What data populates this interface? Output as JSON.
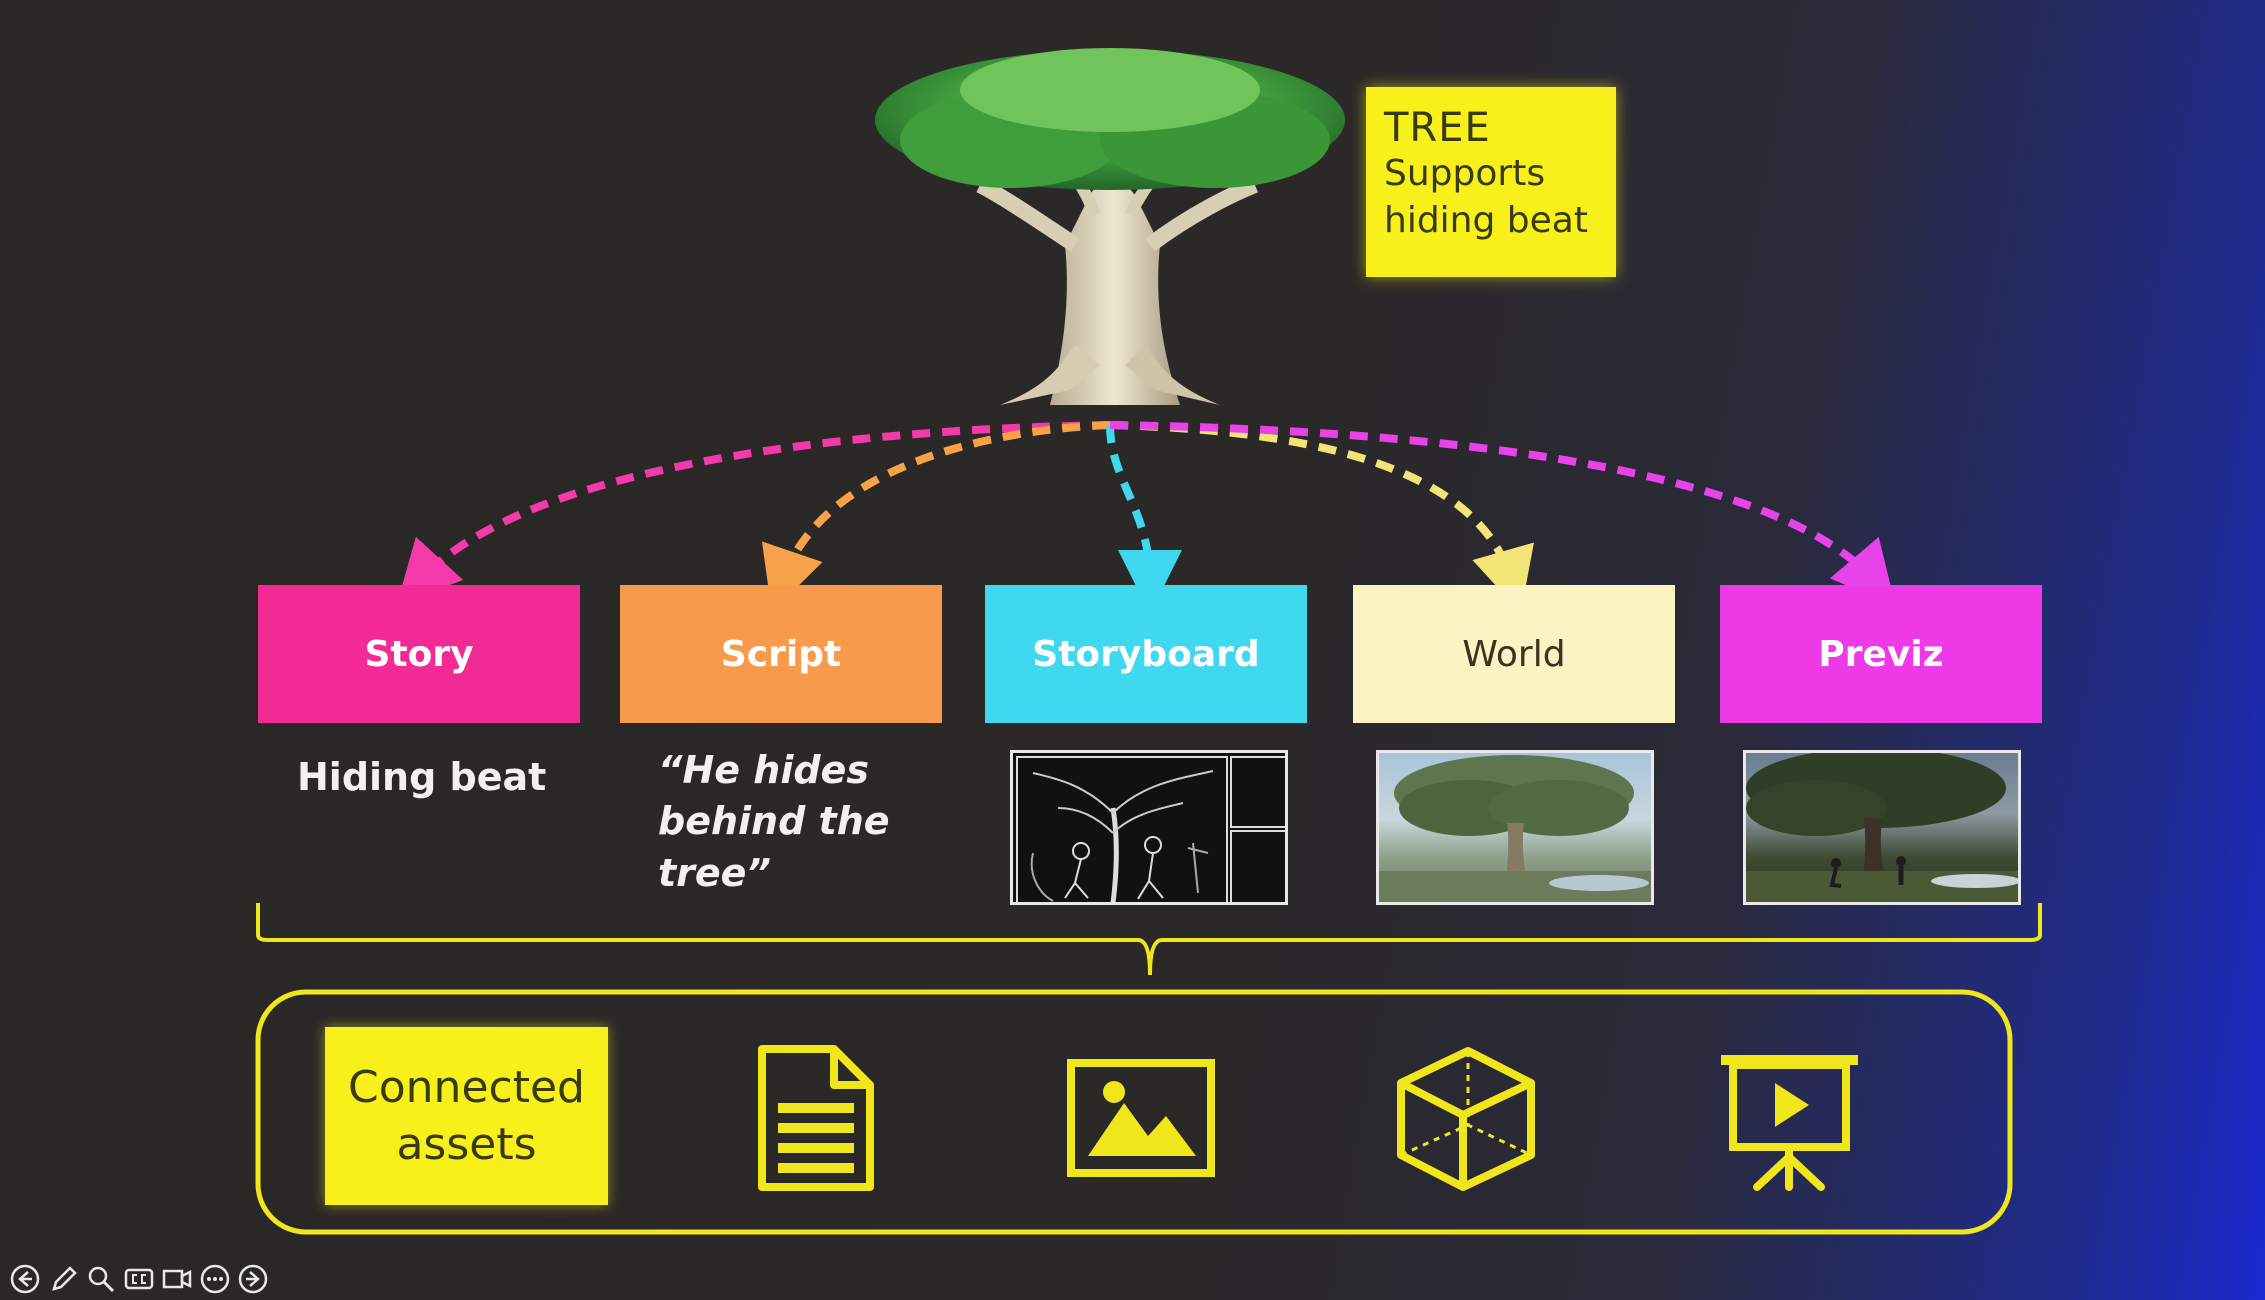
{
  "tree_note": {
    "title": "TREE",
    "line1": "Supports",
    "line2": "hiding beat"
  },
  "categories": [
    {
      "label": "Story",
      "color": "#f22a94",
      "text_color": "#ffffff"
    },
    {
      "label": "Script",
      "color": "#f79a4c",
      "text_color": "#ffffff"
    },
    {
      "label": "Storyboard",
      "color": "#3fd8ef",
      "text_color": "#ffffff"
    },
    {
      "label": "World",
      "color": "#fbf3c2",
      "text_color": "#3a3320"
    },
    {
      "label": "Previz",
      "color": "#ee3ae6",
      "text_color": "#ffffff"
    }
  ],
  "story_caption": "Hiding beat",
  "script_caption": {
    "line1": "“He hides",
    "line2": "behind the",
    "line3": "tree”"
  },
  "assets": {
    "label_line1": "Connected",
    "label_line2": "assets"
  },
  "icons": {
    "document": "document-icon",
    "image": "image-icon",
    "cube": "cube-icon",
    "presentation": "presentation-icon"
  },
  "accent": "#f7f01a",
  "toolbar": [
    "back-icon",
    "pen-icon",
    "zoom-icon",
    "captions-icon",
    "camera-icon",
    "more-icon",
    "forward-icon"
  ]
}
